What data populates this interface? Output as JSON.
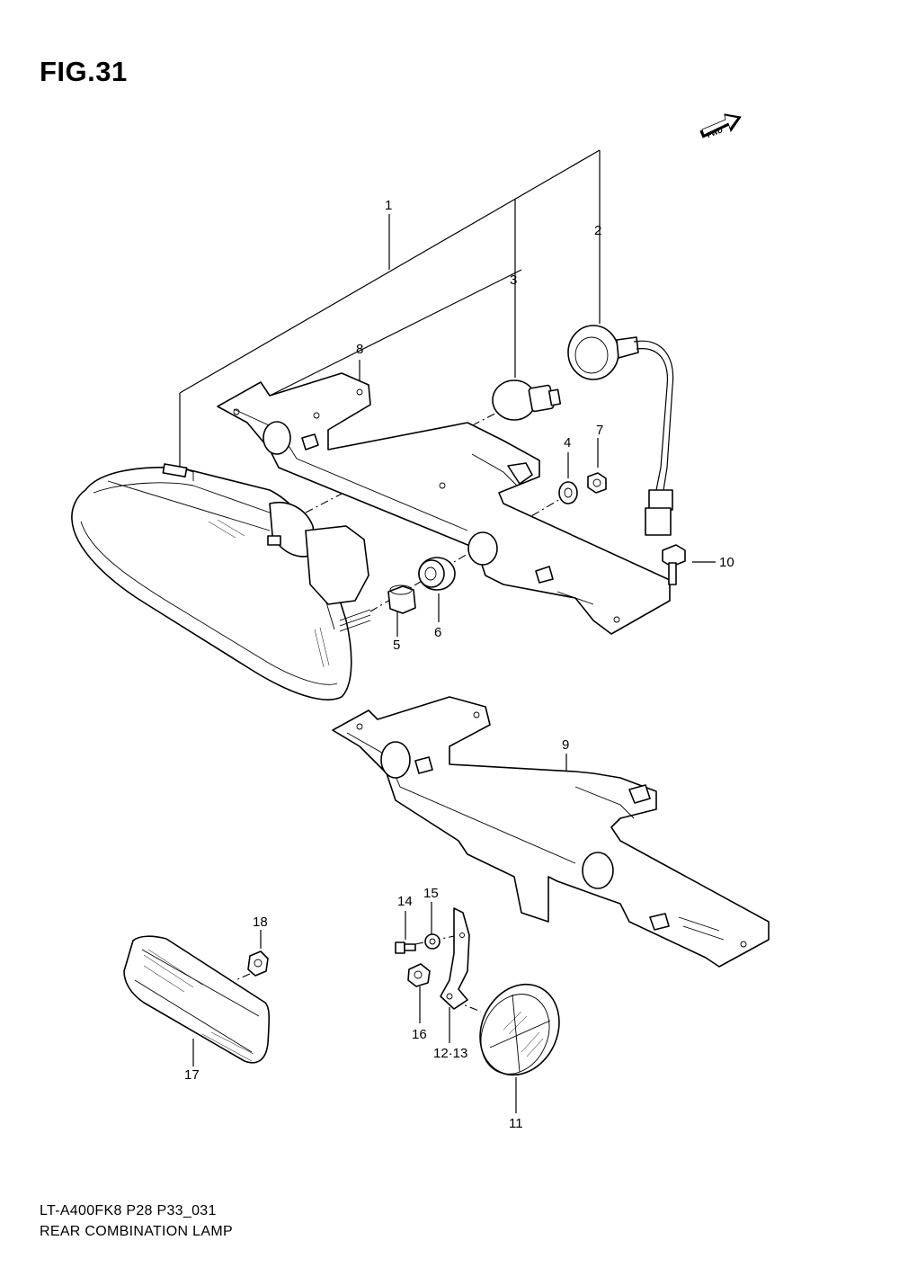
{
  "figure": {
    "title": "FIG.31",
    "code": "LT-A400FK8 P28 P33_031",
    "name": "REAR COMBINATION LAMP",
    "fwd_label": "FWD"
  },
  "callouts": [
    "1",
    "2",
    "3",
    "4",
    "5",
    "6",
    "7",
    "8",
    "9",
    "10",
    "11",
    "12·13",
    "14",
    "15",
    "16",
    "17",
    "18"
  ]
}
